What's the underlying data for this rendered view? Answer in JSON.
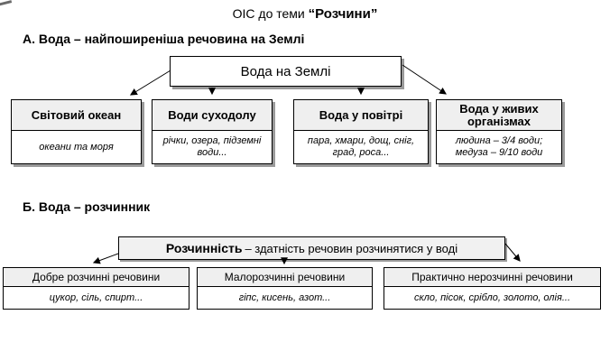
{
  "title": {
    "prefix": "ОІС до теми ",
    "quoted": "“Розчини”"
  },
  "section_a": {
    "heading": "А. Вода – найпоширеніша речовина на Землі",
    "root_box": "Вода на Землі",
    "boxes": [
      {
        "header": "Світовий океан",
        "body": "океани та моря"
      },
      {
        "header": "Води суходолу",
        "body": "річки, озера, підземні води..."
      },
      {
        "header": "Вода у повітрі",
        "body": "пара, хмари, дощ, сніг, град, роса..."
      },
      {
        "header": "Вода у живих організмах",
        "body": "людина – 3/4 води; медуза – 9/10 води"
      }
    ]
  },
  "section_b": {
    "heading": "Б. Вода – розчинник",
    "root_term": "Розчинність",
    "root_definition": "– здатність речовин розчинятися у воді",
    "boxes": [
      {
        "header": "Добре розчинні речовини",
        "body": "цукор, сіль, спирт..."
      },
      {
        "header": "Малорозчинні речовини",
        "body": "гіпс, кисень, азот..."
      },
      {
        "header": "Практично нерозчинні речовини",
        "body": "скло, пісок, срібло, золото, олія..."
      }
    ]
  },
  "colors": {
    "background": "#ffffff",
    "text": "#000000",
    "border": "#000000",
    "header_fill": "#efefef",
    "shadow": "#9a9a9a"
  }
}
